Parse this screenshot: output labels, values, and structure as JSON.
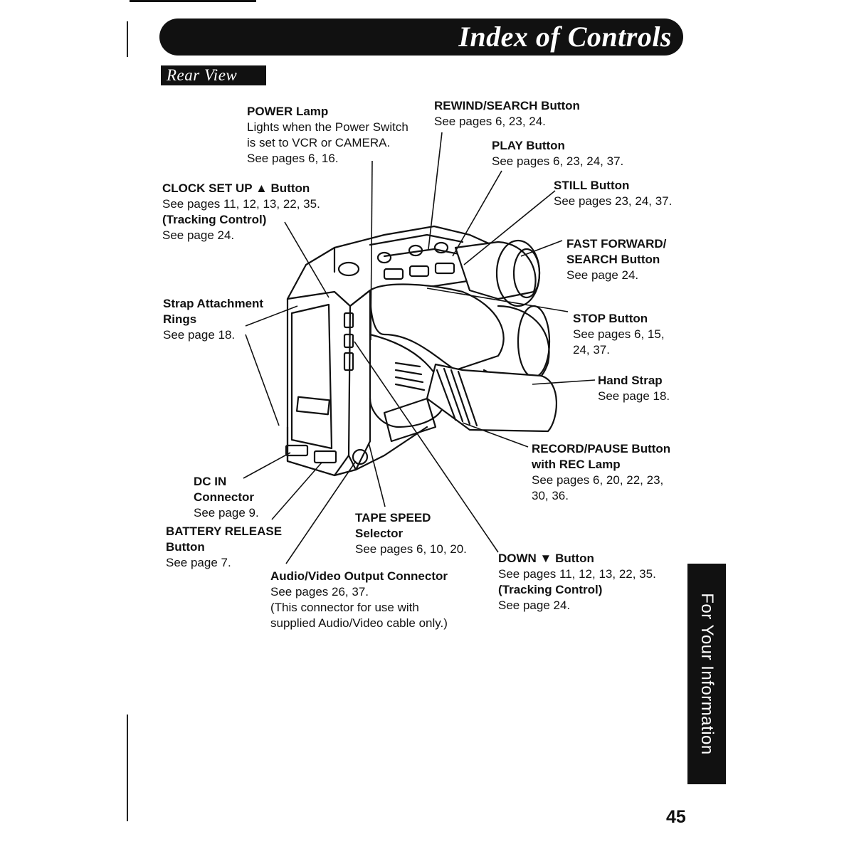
{
  "header": {
    "title": "Index of Controls",
    "section": "Rear View"
  },
  "labels": {
    "power_lamp": {
      "title": "POWER Lamp",
      "desc": [
        "Lights when the Power Switch",
        "is set to VCR or CAMERA.",
        "See pages 6, 16."
      ]
    },
    "rewind": {
      "title": "REWIND/SEARCH Button",
      "desc": [
        "See pages 6, 23, 24."
      ]
    },
    "play": {
      "title": "PLAY Button",
      "desc": [
        "See pages 6, 23, 24, 37."
      ]
    },
    "still": {
      "title": "STILL Button",
      "desc": [
        "See pages 23, 24, 37."
      ]
    },
    "clock": {
      "title": "CLOCK SET UP ▲ Button",
      "desc": [
        "See pages 11, 12, 13, 22, 35."
      ],
      "title2": "(Tracking Control)",
      "desc2": [
        "See page 24."
      ]
    },
    "ff": {
      "title": [
        "FAST FORWARD/",
        "SEARCH Button"
      ],
      "desc": [
        "See page 24."
      ]
    },
    "strap_rings": {
      "title": [
        "Strap Attachment",
        "Rings"
      ],
      "desc": [
        "See page 18."
      ]
    },
    "stop": {
      "title": "STOP Button",
      "desc": [
        "See pages 6, 15,",
        "24, 37."
      ]
    },
    "hand_strap": {
      "title": "Hand Strap",
      "desc": [
        "See page 18."
      ]
    },
    "record": {
      "title": [
        "RECORD/PAUSE Button",
        "with REC Lamp"
      ],
      "desc": [
        "See pages 6, 20, 22, 23,",
        "30, 36."
      ]
    },
    "dc_in": {
      "title": [
        "DC IN",
        "Connector"
      ],
      "desc": [
        "See page 9."
      ]
    },
    "tape_speed": {
      "title": [
        "TAPE SPEED",
        "Selector"
      ],
      "desc": [
        "See pages 6, 10, 20."
      ]
    },
    "battery": {
      "title": [
        "BATTERY RELEASE",
        "Button"
      ],
      "desc": [
        "See page 7."
      ]
    },
    "down": {
      "title": "DOWN ▼ Button",
      "desc": [
        "See pages 11, 12, 13, 22, 35."
      ],
      "title2": "(Tracking Control)",
      "desc2": [
        "See page 24."
      ]
    },
    "av_out": {
      "title": "Audio/Video Output  Connector",
      "desc": [
        "See pages 26, 37.",
        "(This connector for use with",
        "supplied Audio/Video cable only.)"
      ]
    }
  },
  "side_tab": "For Your Information",
  "page_number": "45"
}
